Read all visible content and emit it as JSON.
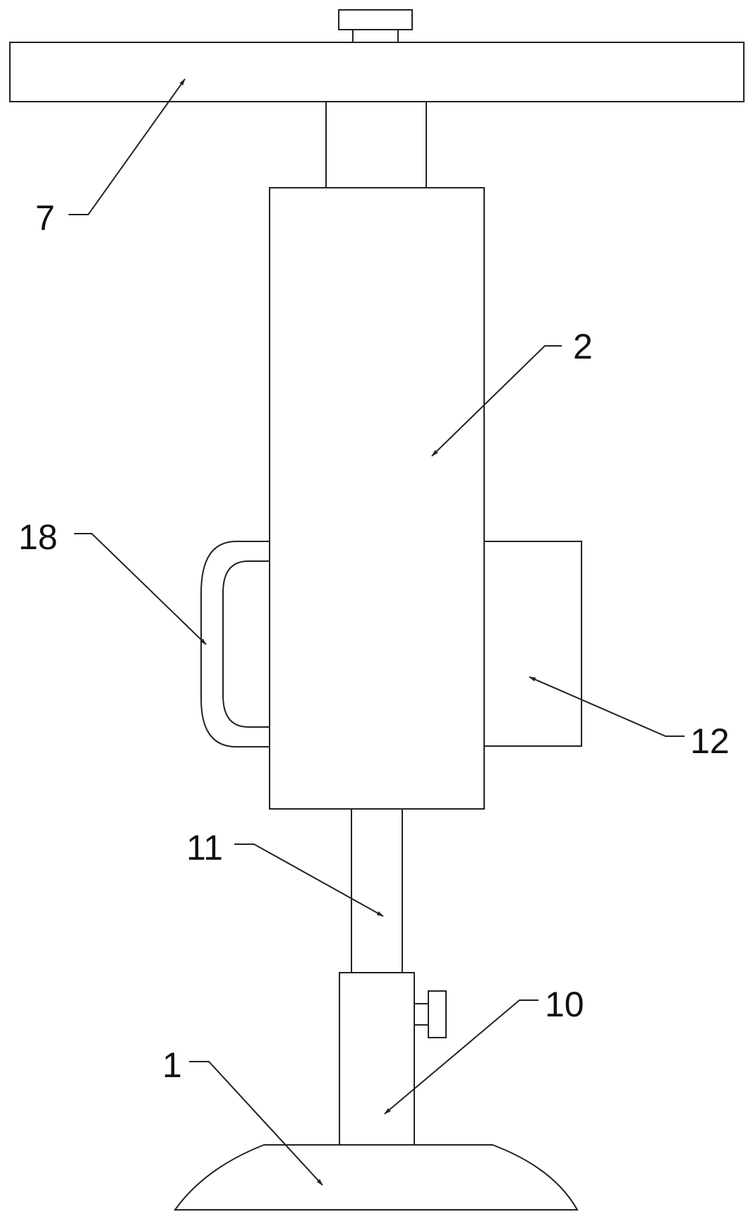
{
  "figure": {
    "labels": {
      "l7": "7",
      "l2": "2",
      "l18": "18",
      "l12": "12",
      "l11": "11",
      "l10": "10",
      "l1": "1"
    }
  }
}
